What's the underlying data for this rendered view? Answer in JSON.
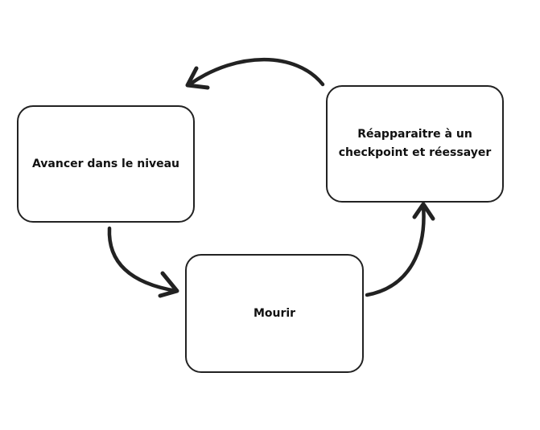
{
  "steps": [
    {
      "label": "Avancer dans le niveau"
    },
    {
      "label": "Mourir"
    },
    {
      "label": "Réapparaitre à un checkpoint et réessayer"
    }
  ],
  "colors": {
    "stroke": "#222222",
    "text": "#111111",
    "background": "#ffffff"
  }
}
